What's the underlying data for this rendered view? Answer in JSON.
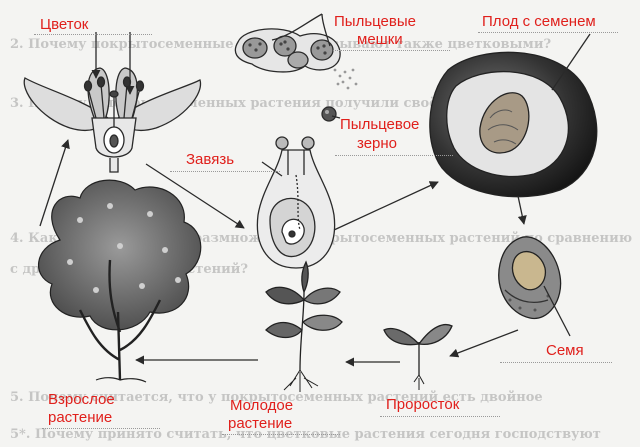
{
  "labels": {
    "flower": "Цветок",
    "pollen_sacs_line1": "Пыльцевые",
    "pollen_sacs_line2": "мешки",
    "fruit": "Плод с семенем",
    "pollen_grain_line1": "Пыльцевое",
    "pollen_grain_line2": "зерно",
    "ovary": "Завязь",
    "seed": "Семя",
    "adult_plant_line1": "Взрослое",
    "adult_plant_line2": "растение",
    "young_plant_line1": "Молодое",
    "young_plant_line2": "растение",
    "seedling": "Проросток"
  },
  "background_text": {
    "line1": "2.  Почему покрытосеменные растения называют также цветковыми?",
    "line2": "3.  Почему у покрытосеменных растения получили своё название?",
    "line3": "4.  Каковы особенности размножения покрытосеменных растений по сравнению",
    "line4": "    с другими группами растений?",
    "line5": "5.  Почему считается, что у покрытосеменных растений есть двойное",
    "line6": "5*. Почему принято считать, что цветковые растения сегодня господствуют"
  },
  "colors": {
    "label": "#e0201c",
    "line": "#2a2a2a",
    "background": "#f4f4f2"
  }
}
